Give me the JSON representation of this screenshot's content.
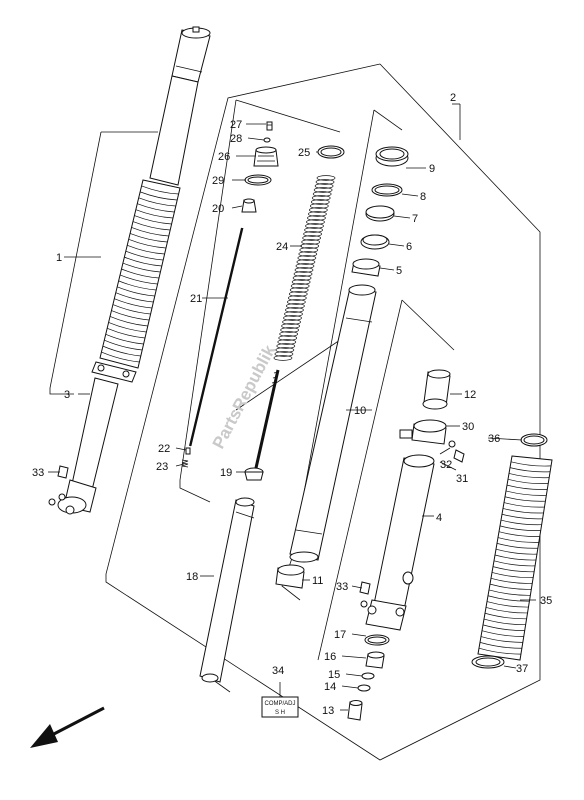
{
  "parts": {
    "p1": "1",
    "p2": "2",
    "p3": "3",
    "p4": "4",
    "p5": "5",
    "p6": "6",
    "p7": "7",
    "p8": "8",
    "p9": "9",
    "p10": "10",
    "p11": "11",
    "p12": "12",
    "p13": "13",
    "p14": "14",
    "p15": "15",
    "p16": "16",
    "p17": "17",
    "p18": "18",
    "p19": "19",
    "p20": "20",
    "p21": "21",
    "p22": "22",
    "p23": "23",
    "p24": "24",
    "p25": "25",
    "p26": "26",
    "p27": "27",
    "p28": "28",
    "p29": "29",
    "p30": "30",
    "p31": "31",
    "p32": "32",
    "p33a": "33",
    "p33b": "33",
    "p34": "34",
    "p35": "35",
    "p36": "36",
    "p37": "37"
  },
  "tag": {
    "line1": "COMP/ADJ",
    "line2": "S   H"
  },
  "watermark": "PartsRepublik"
}
